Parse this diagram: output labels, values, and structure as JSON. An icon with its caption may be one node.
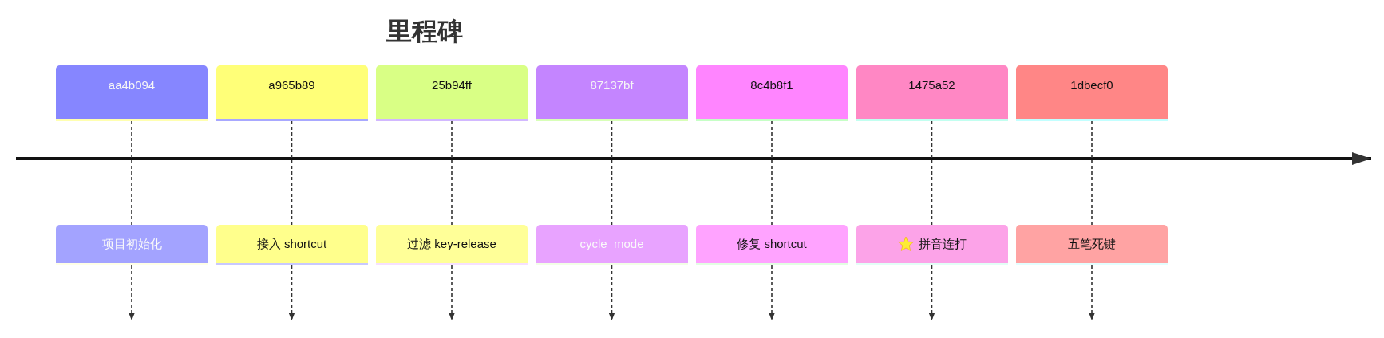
{
  "diagram": {
    "title": "里程碑",
    "nodes": [
      {
        "text": [
          "aa4b094"
        ]
      },
      {
        "text": [
          "a965b89"
        ]
      },
      {
        "text": [
          "25b94ff"
        ]
      },
      {
        "text": [
          "87137bf"
        ]
      },
      {
        "text": [
          "8c4b8f1"
        ]
      },
      {
        "text": [
          "1475a52"
        ]
      },
      {
        "text": [
          "1dbecf0"
        ]
      },
      {
        "text": [
          "项目初始化"
        ]
      },
      {
        "text": [
          "接入 shortcut"
        ]
      },
      {
        "text": [
          "过滤 key-release"
        ]
      },
      {
        "text": [
          "cycle_mode"
        ]
      },
      {
        "text": [
          "修复 shortcut"
        ]
      },
      {
        "text": [
          "拼音连打"
        ]
      },
      {
        "text": [
          "五笔死键"
        ]
      }
    ],
    "edges": [
      {
        "from": 0,
        "to": 7,
        "arrow": "none",
        "style": "dashed"
      },
      {
        "from": 7,
        "to": null,
        "arrow": "to",
        "style": "dashed"
      },
      {
        "from": 1,
        "to": 8,
        "arrow": "none",
        "style": "dashed"
      },
      {
        "from": 8,
        "to": null,
        "arrow": "to",
        "style": "dashed"
      },
      {
        "from": 2,
        "to": 9,
        "arrow": "none",
        "style": "dashed"
      },
      {
        "from": 9,
        "to": null,
        "arrow": "to",
        "style": "dashed"
      },
      {
        "from": 3,
        "to": 10,
        "arrow": "none",
        "style": "dashed"
      },
      {
        "from": 10,
        "to": null,
        "arrow": "to",
        "style": "dashed"
      },
      {
        "from": 4,
        "to": 11,
        "arrow": "none",
        "style": "dashed"
      },
      {
        "from": 11,
        "to": null,
        "arrow": "to",
        "style": "dashed"
      },
      {
        "from": 5,
        "to": 12,
        "arrow": "none",
        "style": "dashed"
      },
      {
        "from": 12,
        "to": null,
        "arrow": "to",
        "style": "dashed"
      },
      {
        "from": 6,
        "to": 13,
        "arrow": "none",
        "style": "dashed"
      },
      {
        "from": 13,
        "to": null,
        "arrow": "to",
        "style": "dashed"
      }
    ]
  }
}
